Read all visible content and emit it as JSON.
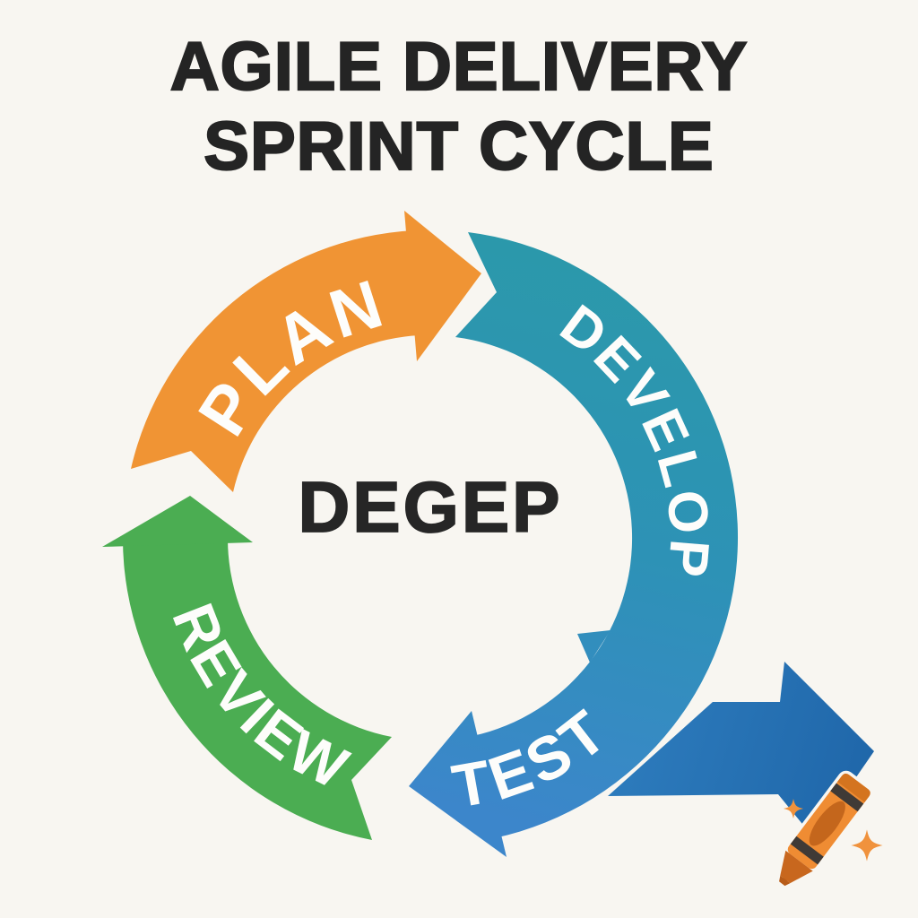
{
  "title": {
    "line1": "AGILE DELIVERY",
    "line2": "SPRINT CYCLE"
  },
  "center_label": "DEGEP",
  "cycle": {
    "direction": "clockwise",
    "steps": [
      {
        "label": "PLAN",
        "color": "#F09434"
      },
      {
        "label": "DEVELOP",
        "color": "#2B99AA"
      },
      {
        "label": "TEST",
        "color": "#3C86CB"
      },
      {
        "label": "REVIEW",
        "color": "#4BAD52"
      }
    ]
  },
  "exit_arrow": {
    "color": "#2472B4"
  },
  "decorations": {
    "crayon_icon_color": "#EF8C33",
    "crayon_tip_color": "#C8671E",
    "crayon_stripe_color": "#3F3A36",
    "sparkle_color": "#F0923D"
  },
  "colors": {
    "background": "#F8F6F1",
    "title_text": "#242424",
    "center_text": "#262626",
    "ring_label_text": "#FDFDFB"
  }
}
